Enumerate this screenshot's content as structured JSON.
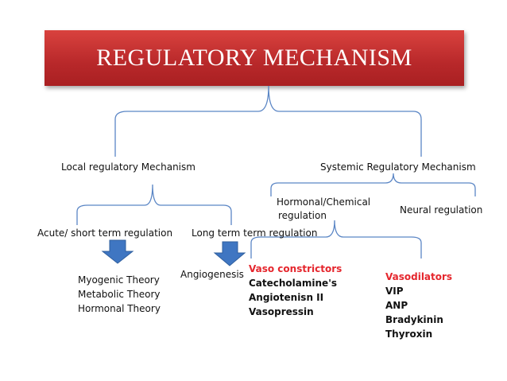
{
  "title": "REGULATORY MECHANISM",
  "local": "Local regulatory Mechanism",
  "systemic": "Systemic Regulatory Mechanism",
  "acute": "Acute/ short term regulation",
  "longterm": "Long term term regulation",
  "hormonal_line1": "Hormonal/Chemical",
  "hormonal_line2": "regulation",
  "neural": "Neural regulation",
  "theories": [
    "Myogenic Theory",
    "Metabolic Theory",
    "Hormonal Theory"
  ],
  "angiogenesis": "Angiogenesis",
  "vasoconstrictors": {
    "heading": "Vaso constrictors",
    "items": [
      "Catecholamine's",
      "Angiotenisn II",
      "Vasopressin"
    ]
  },
  "vasodilators": {
    "heading": "Vasodilators",
    "items": [
      "VIP",
      "ANP",
      "Bradykinin",
      "Thyroxin"
    ]
  },
  "colors": {
    "title_bg": "#c0302f",
    "connector": "#5b86c5",
    "arrow": "#3f76c2",
    "highlight": "#e5262d"
  }
}
